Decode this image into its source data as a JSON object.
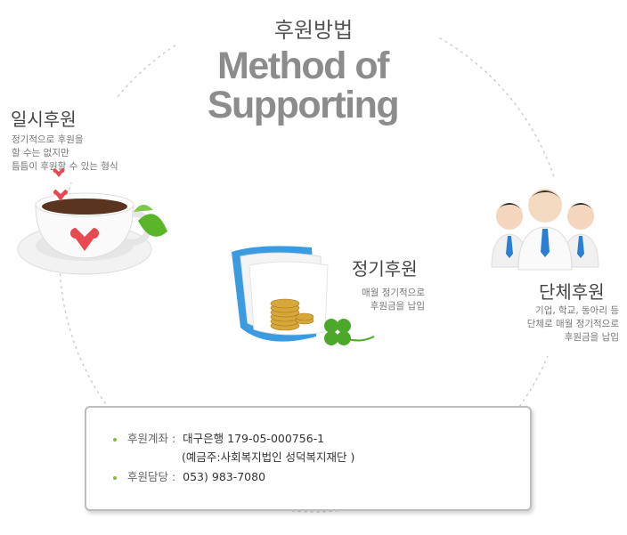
{
  "header": {
    "title_ko": "후원방법",
    "title_en_line1": "Method of",
    "title_en_line2": "Supporting"
  },
  "sections": {
    "temporary": {
      "title": "일시후원",
      "description": "정기적으로 후원을\n할 수는 없지만\n틈틈이 후원할 수 있는 형식"
    },
    "regular": {
      "title": "정기후원",
      "description": "매월 정기적으로\n후원금을 납입"
    },
    "group": {
      "title": "단체후원",
      "description": "기업, 학교, 동아리 등\n단체로 매월 정기적으로\n후원금을 납입"
    }
  },
  "info": {
    "account_label": "후원계좌 :",
    "account_bank": "대구은행",
    "account_number": "179-05-000756-1",
    "account_holder": "(예금주:사회복지법인 성덕복지재단 )",
    "contact_label": "후원담당 :",
    "contact_phone": "053) 983-7080"
  },
  "colors": {
    "bullet": "#8cb83a",
    "title_en": "#8c8c8c",
    "folder": "#3a9be0",
    "heart": "#e8484f",
    "leaf": "#5bb52b"
  },
  "icons": [
    "teacup-icon",
    "heart-icon",
    "folder-coins-icon",
    "clover-icon",
    "people-icon"
  ]
}
